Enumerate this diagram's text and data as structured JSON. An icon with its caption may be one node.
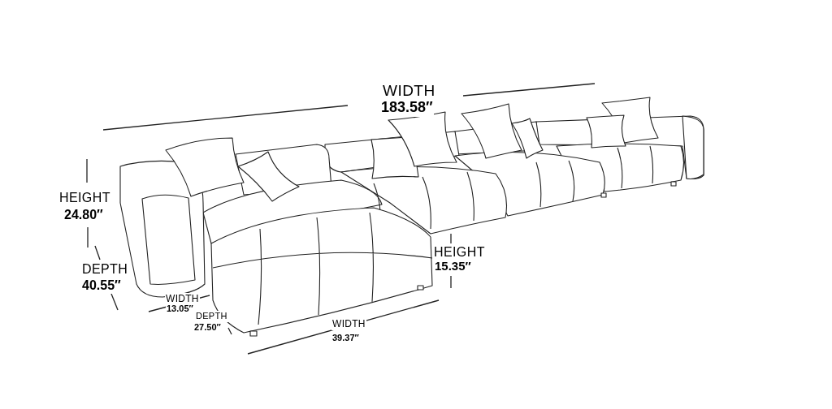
{
  "diagram": {
    "labels": [
      "WIDTH",
      "183.58″",
      "HEIGHT",
      "24.80″",
      "HEIGHT",
      "15.35″",
      "DEPTH",
      "40.55″",
      "WIDTH",
      "13.05″",
      "DEPTH",
      "27.50″",
      "WIDTH",
      "39.37″"
    ]
  }
}
